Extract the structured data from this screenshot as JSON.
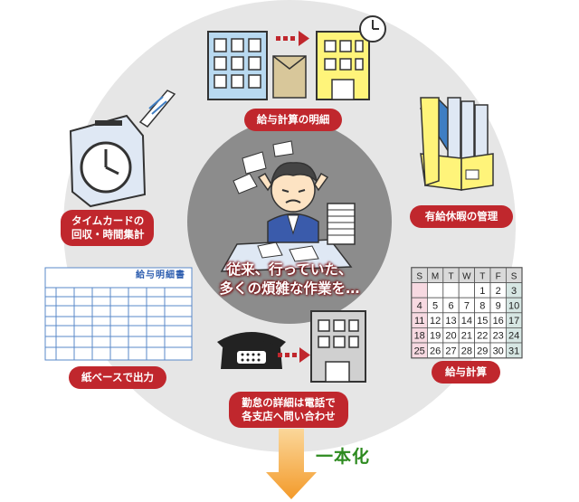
{
  "center_label": [
    "従来、行っていた、",
    "多くの煩雑な作業を…"
  ],
  "tasks": {
    "payslip_details": "給与計算の明細",
    "paid_leave": "有給休暇の管理",
    "timecard": [
      "タイムカードの",
      "回収・時間集計"
    ],
    "paper_output": "紙ベースで出力",
    "payroll": "給与計算",
    "attendance_phone": [
      "勤怠の詳細は電話で",
      "各支店へ問い合わせ"
    ]
  },
  "unify_label": "一本化",
  "payslip_form_title": "給与明細書",
  "calendar": {
    "headers": [
      "S",
      "M",
      "T",
      "W",
      "T",
      "F",
      "S"
    ],
    "rows": [
      [
        "",
        "",
        "",
        "",
        "1",
        "2",
        "3"
      ],
      [
        "4",
        "5",
        "6",
        "7",
        "8",
        "9",
        "10"
      ],
      [
        "11",
        "12",
        "13",
        "14",
        "15",
        "16",
        "17"
      ],
      [
        "18",
        "19",
        "20",
        "21",
        "22",
        "23",
        "24"
      ],
      [
        "25",
        "26",
        "27",
        "28",
        "29",
        "30",
        "31"
      ]
    ]
  },
  "colors": {
    "pill_red": "#c0272d",
    "outer_circle": "#e6e6e6",
    "inner_circle": "#8c8c8c",
    "arrow_orange": "#f39a2a",
    "unify_green": "#2d8a1f",
    "building_yellow": "#fff47a",
    "building_blue": "#b8d9f0"
  }
}
